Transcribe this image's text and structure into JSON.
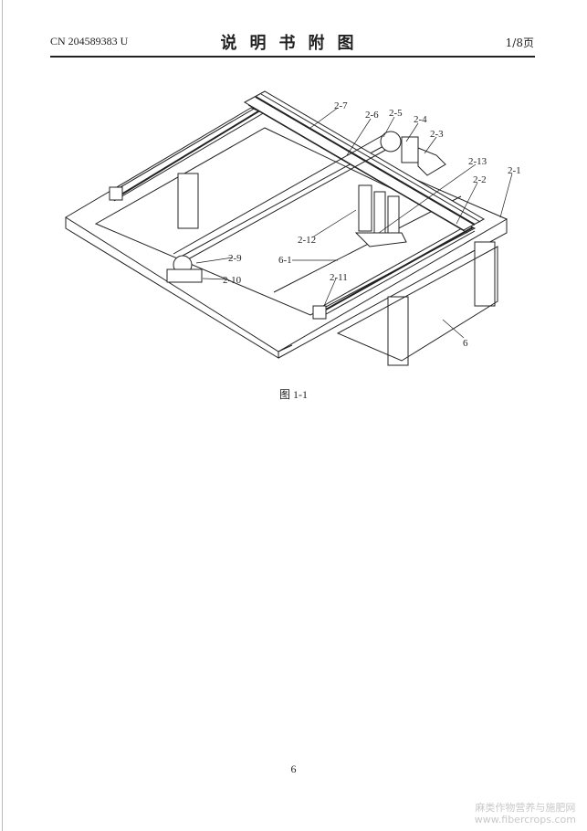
{
  "header": {
    "patent_number": "CN 204589383 U",
    "title": "说明书附图",
    "page_of": "1/8页"
  },
  "figure": {
    "caption": "图 1-1",
    "labels": {
      "l2_7": "2-7",
      "l2_6": "2-6",
      "l2_5": "2-5",
      "l2_4": "2-4",
      "l2_3": "2-3",
      "l2_13": "2-13",
      "l2_2": "2-2",
      "l2_1": "2-1",
      "l2_12": "2-12",
      "l2_9": "2-9",
      "l6_1": "6-1",
      "l2_10": "2-10",
      "l2_11": "2-11",
      "l6": "6"
    }
  },
  "footer": {
    "page_number": "6"
  },
  "watermark": {
    "line1": "麻类作物营养与施肥网",
    "line2": "www.fibercrops.com"
  }
}
